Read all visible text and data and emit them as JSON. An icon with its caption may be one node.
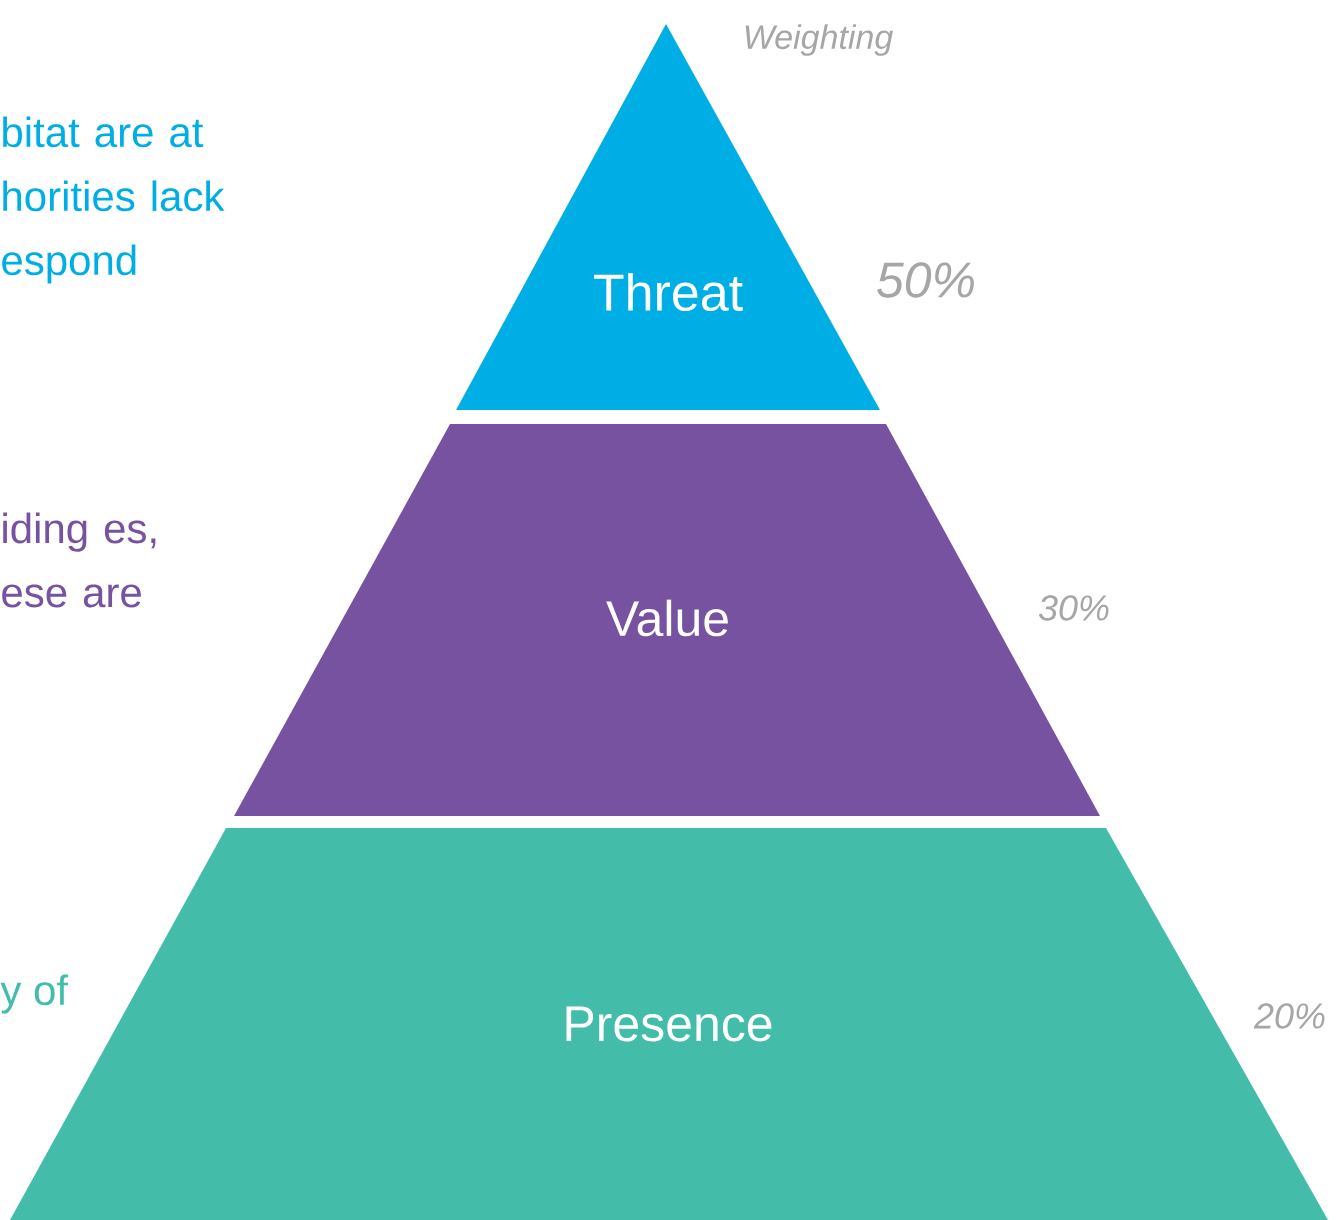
{
  "diagram": {
    "nodes": [
      {
        "text": [
          "Threat"
        ],
        "beside": [
          "50%"
        ]
      },
      {
        "text": [
          "Value"
        ],
        "beside": [
          "30%"
        ]
      },
      {
        "text": [
          "Presence"
        ],
        "beside": [
          "20%"
        ]
      }
    ],
    "labels": [
      "Weighting",
      "bitat are at horities lack espond",
      "iding es, ese are",
      "y of"
    ]
  }
}
